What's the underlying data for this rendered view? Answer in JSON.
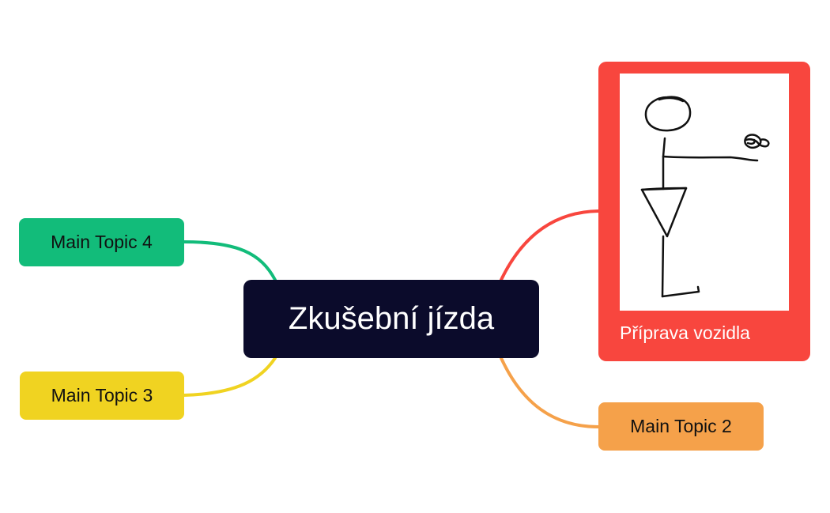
{
  "central": {
    "label": "Zkušební jízda",
    "color": "#0b0b2b"
  },
  "topics": [
    {
      "label": "Příprava vozidla",
      "color": "#f8463e",
      "image": "stick-figure-drawing"
    },
    {
      "label": "Main Topic 2",
      "color": "#f5a14a"
    },
    {
      "label": "Main Topic 3",
      "color": "#f0d321"
    },
    {
      "label": "Main Topic 4",
      "color": "#12bc7a"
    }
  ],
  "connector_colors": {
    "topic1": "#f8463e",
    "topic2": "#f5a14a",
    "topic3": "#f0d321",
    "topic4": "#12bc7a"
  }
}
